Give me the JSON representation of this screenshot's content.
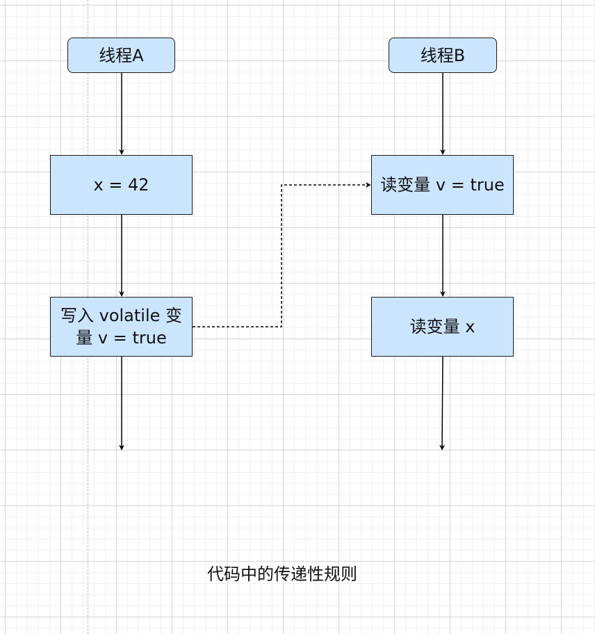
{
  "diagram": {
    "nodes": {
      "thread_a": "线程A",
      "thread_b": "线程B",
      "assign_x": "x = 42",
      "write_volatile": "写入 volatile 变\n量 v = true",
      "read_volatile": "读变量 v = true",
      "read_x": "读变量 x"
    },
    "caption": "代码中的传递性规则"
  },
  "colors": {
    "node_fill": "#cce5ff",
    "node_stroke": "#1a1a1a",
    "edge": "#000000"
  }
}
